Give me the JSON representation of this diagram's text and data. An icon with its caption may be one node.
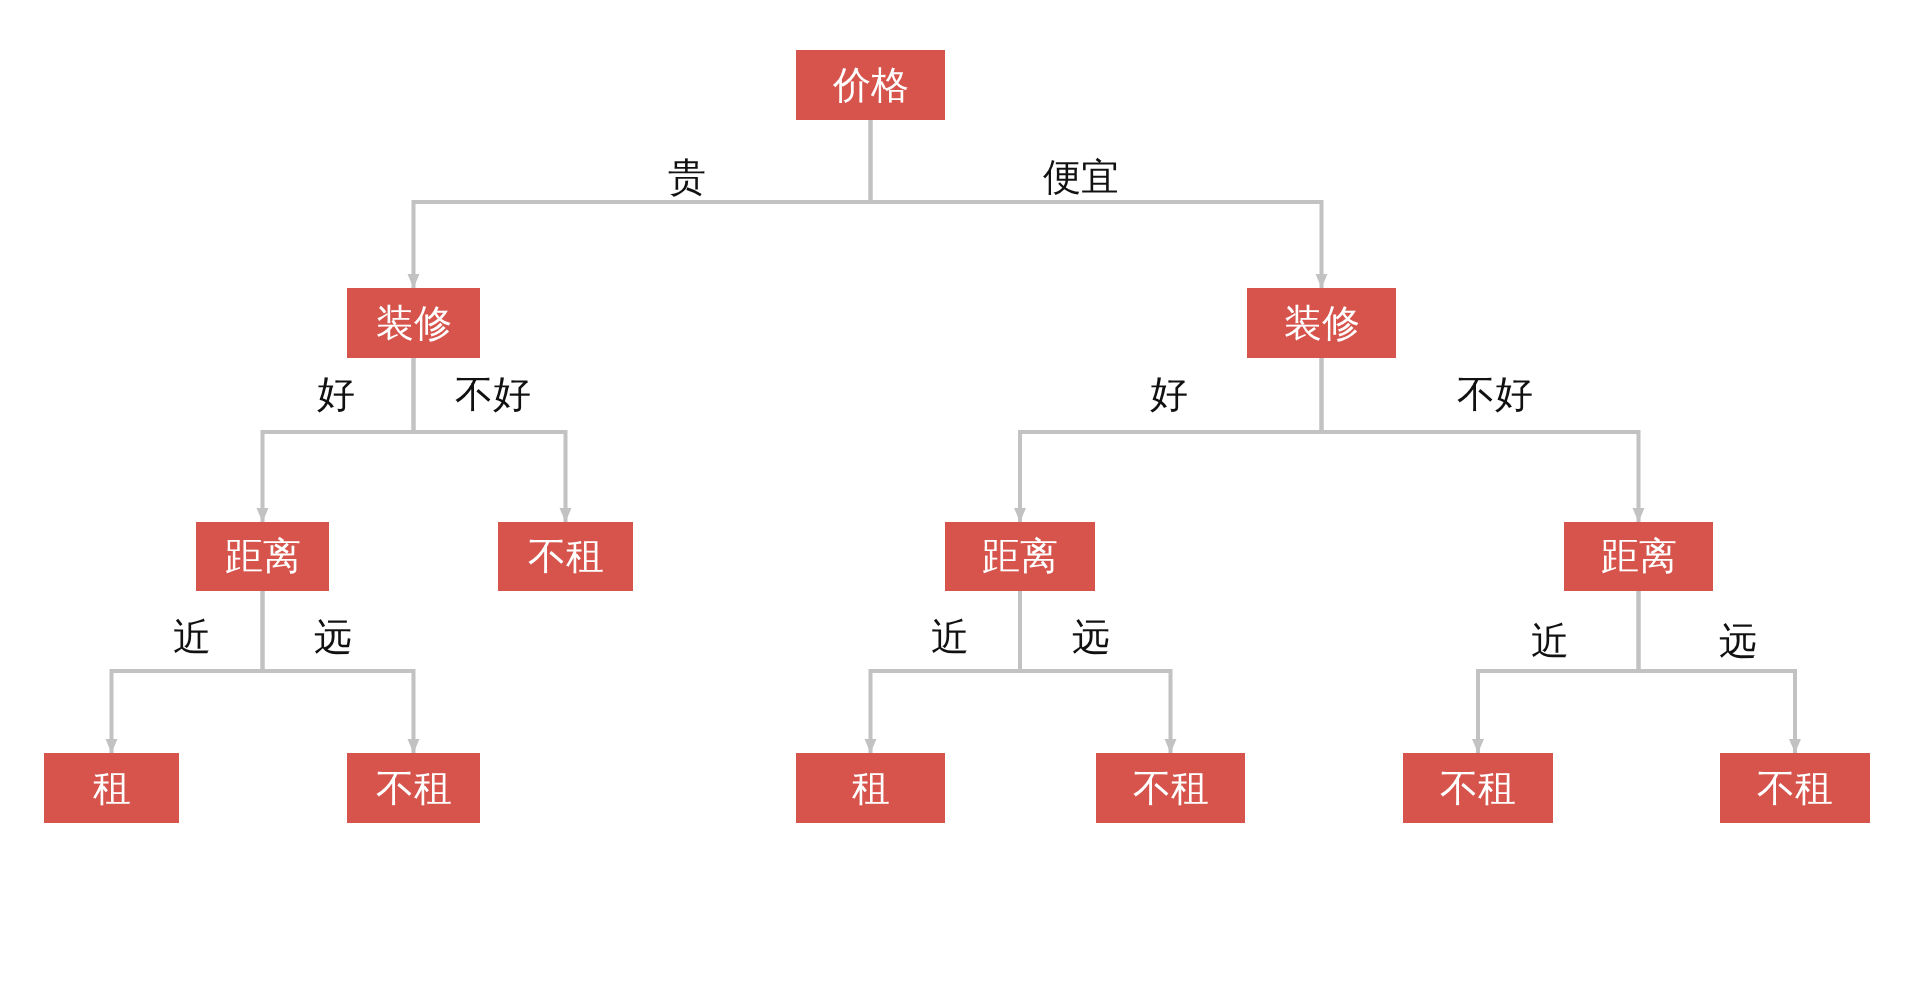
{
  "diagram": {
    "nodes": [
      {
        "text": [
          "价格"
        ]
      },
      {
        "text": [
          "装修"
        ]
      },
      {
        "text": [
          "装修"
        ]
      },
      {
        "text": [
          "距离"
        ]
      },
      {
        "text": [
          "不租"
        ]
      },
      {
        "text": [
          "距离"
        ]
      },
      {
        "text": [
          "距离"
        ]
      },
      {
        "text": [
          "租"
        ]
      },
      {
        "text": [
          "不租"
        ]
      },
      {
        "text": [
          "租"
        ]
      },
      {
        "text": [
          "不租"
        ]
      },
      {
        "text": [
          "不租"
        ]
      },
      {
        "text": [
          "不租"
        ]
      }
    ],
    "edges": [
      {
        "from": 0,
        "to": 1,
        "arrow": "to",
        "label": "贵"
      },
      {
        "from": 0,
        "to": 2,
        "arrow": "to",
        "label": "便宜"
      },
      {
        "from": 1,
        "to": 3,
        "arrow": "to",
        "label": "好"
      },
      {
        "from": 1,
        "to": 4,
        "arrow": "to",
        "label": "不好"
      },
      {
        "from": 3,
        "to": 7,
        "arrow": "to",
        "label": "近"
      },
      {
        "from": 3,
        "to": 8,
        "arrow": "to",
        "label": "远"
      },
      {
        "from": 2,
        "to": 5,
        "arrow": "to",
        "label": "好"
      },
      {
        "from": 2,
        "to": 6,
        "arrow": "to",
        "label": "不好"
      },
      {
        "from": 5,
        "to": 9,
        "arrow": "to",
        "label": "近"
      },
      {
        "from": 5,
        "to": 10,
        "arrow": "to",
        "label": "远"
      },
      {
        "from": 6,
        "to": 11,
        "arrow": "to",
        "label": "近"
      },
      {
        "from": 6,
        "to": 12,
        "arrow": "to",
        "label": "远"
      }
    ]
  }
}
